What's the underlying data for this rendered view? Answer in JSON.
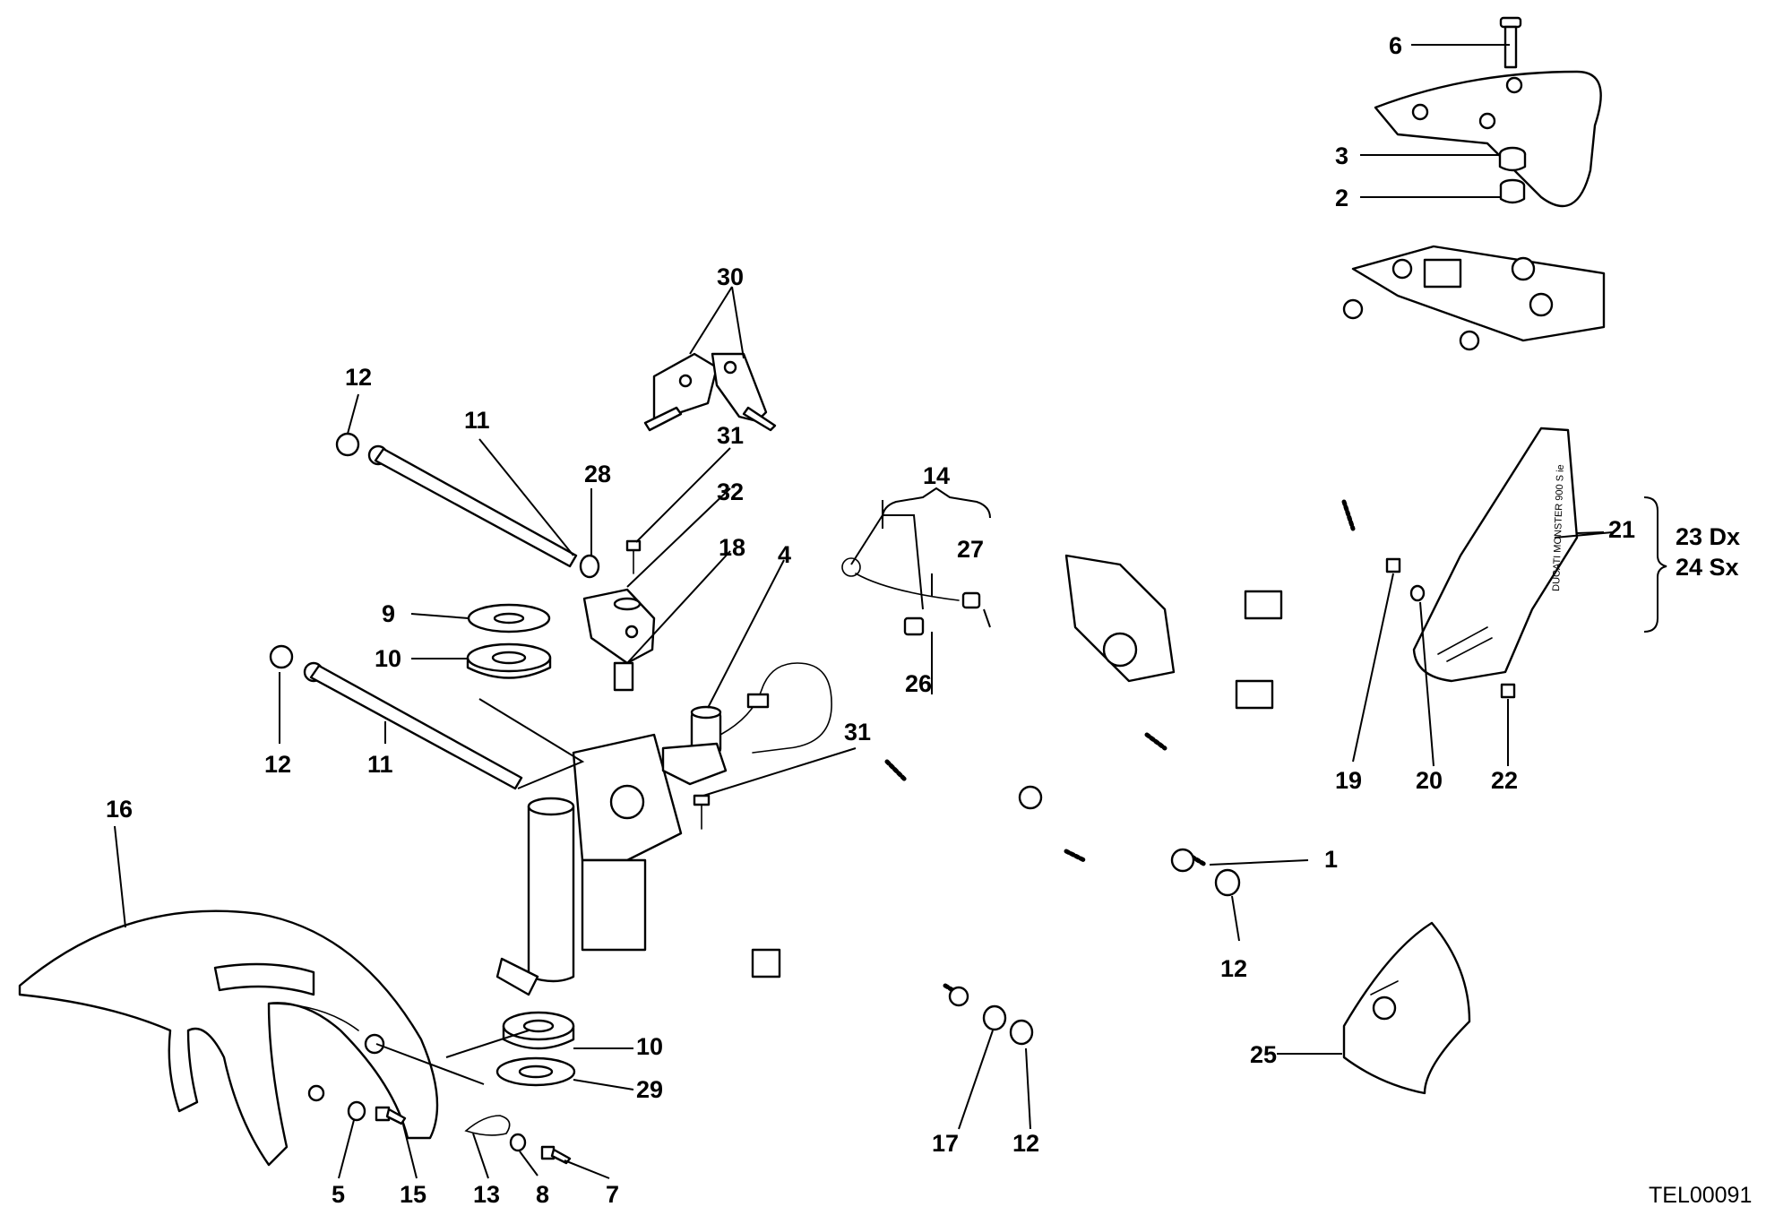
{
  "diagram": {
    "drawing_code": "TEL00091",
    "callouts": {
      "c1": "1",
      "c2": "2",
      "c3": "3",
      "c4": "4",
      "c5": "5",
      "c6": "6",
      "c7": "7",
      "c8": "8",
      "c9": "9",
      "c10a": "10",
      "c10b": "10",
      "c11a": "11",
      "c11b": "11",
      "c12a": "12",
      "c12b": "12",
      "c12c": "12",
      "c12d": "12",
      "c13": "13",
      "c14": "14",
      "c15": "15",
      "c16": "16",
      "c17": "17",
      "c18": "18",
      "c19": "19",
      "c20": "20",
      "c21": "21",
      "c22": "22",
      "c23": "23 Dx",
      "c24": "24 Sx",
      "c25": "25",
      "c26": "26",
      "c27": "27",
      "c28": "28",
      "c29": "29",
      "c30": "30",
      "c31a": "31",
      "c31b": "31",
      "c32": "32"
    },
    "decal_text": "DUCATI MONSTER 900 S ie"
  }
}
